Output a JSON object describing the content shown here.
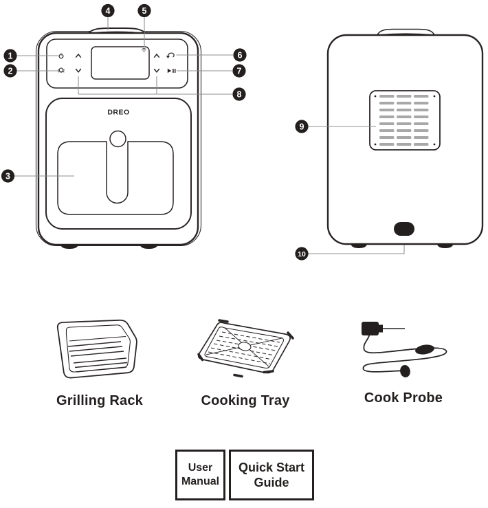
{
  "device": {
    "brand": "DREO"
  },
  "callouts": [
    {
      "number": "1"
    },
    {
      "number": "2"
    },
    {
      "number": "3"
    },
    {
      "number": "4"
    },
    {
      "number": "5"
    },
    {
      "number": "6"
    },
    {
      "number": "7"
    },
    {
      "number": "8"
    },
    {
      "number": "9"
    },
    {
      "number": "10"
    }
  ],
  "control_panel_icons": [
    "power-icon",
    "light-icon",
    "up-arrow-icon",
    "down-arrow-icon",
    "wifi-icon",
    "back-icon",
    "play-pause-icon"
  ],
  "accessories": [
    {
      "label": "Grilling Rack"
    },
    {
      "label": "Cooking Tray"
    },
    {
      "label": "Cook Probe"
    }
  ],
  "documents": [
    {
      "label": "User Manual"
    },
    {
      "label": "Quick Start Guide"
    }
  ],
  "colors": {
    "line": "#2a2525",
    "leader_line": "#8f8f8f",
    "vent_slat": "#a8a8a8",
    "callout_badge": "#241f1f"
  }
}
